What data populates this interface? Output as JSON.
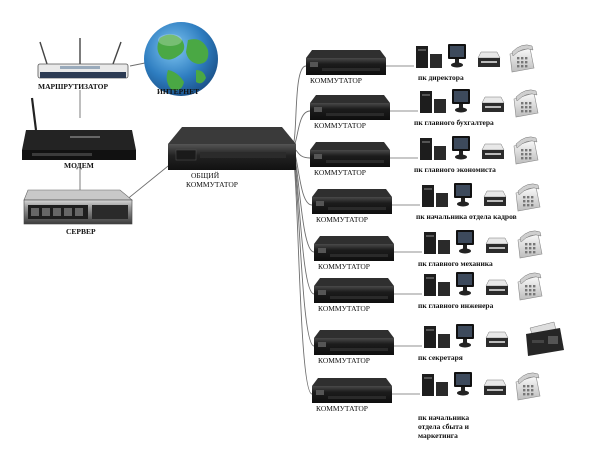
{
  "labels": {
    "router": "МАРШРУТИЗАТОР",
    "internet": "ИНТЕРНЕТ",
    "modem": "МОДЕМ",
    "server": "СЕРВЕР",
    "main_switch_line1": "ОБЩИЙ",
    "main_switch_line2": "КОММУТАТОР"
  },
  "branches": [
    {
      "switch_label": "КОММУТАТОР",
      "pc_label": "пк директора"
    },
    {
      "switch_label": "КОММУТАТОР",
      "pc_label": "пк главного бухгалтера"
    },
    {
      "switch_label": "КОММУТАТОР",
      "pc_label": "пк главного экономиста"
    },
    {
      "switch_label": "КОММУТАТОР",
      "pc_label": "пк начальника отдела кадров"
    },
    {
      "switch_label": "КОММУТАТОР",
      "pc_label": "пк главного механика"
    },
    {
      "switch_label": "КОММУТАТОР",
      "pc_label": "пк главного инженера"
    },
    {
      "switch_label": "КОММУТАТОР",
      "pc_label": "пк секретаря"
    },
    {
      "switch_label": "КОММУТАТОР",
      "pc_label_lines": [
        "пк начальника",
        "отдела сбыта и",
        "маркетинга"
      ]
    }
  ],
  "icons": {
    "router": "router-icon",
    "globe": "internet-globe-icon",
    "modem": "modem-icon",
    "server": "server-icon",
    "main_switch": "main-switch-icon",
    "switch": "switch-icon",
    "pc": "pc-icon",
    "monitor": "monitor-icon",
    "printer": "printer-icon",
    "phone": "phone-icon",
    "fax": "fax-icon"
  },
  "colors": {
    "device_dark": "#1b1b1b",
    "device_mid": "#3a3a3a",
    "line": "#6e6e6e",
    "globe_ocean": "#2e7dc0",
    "globe_land": "#4aa844",
    "phone_body": "#e2e2e2"
  }
}
